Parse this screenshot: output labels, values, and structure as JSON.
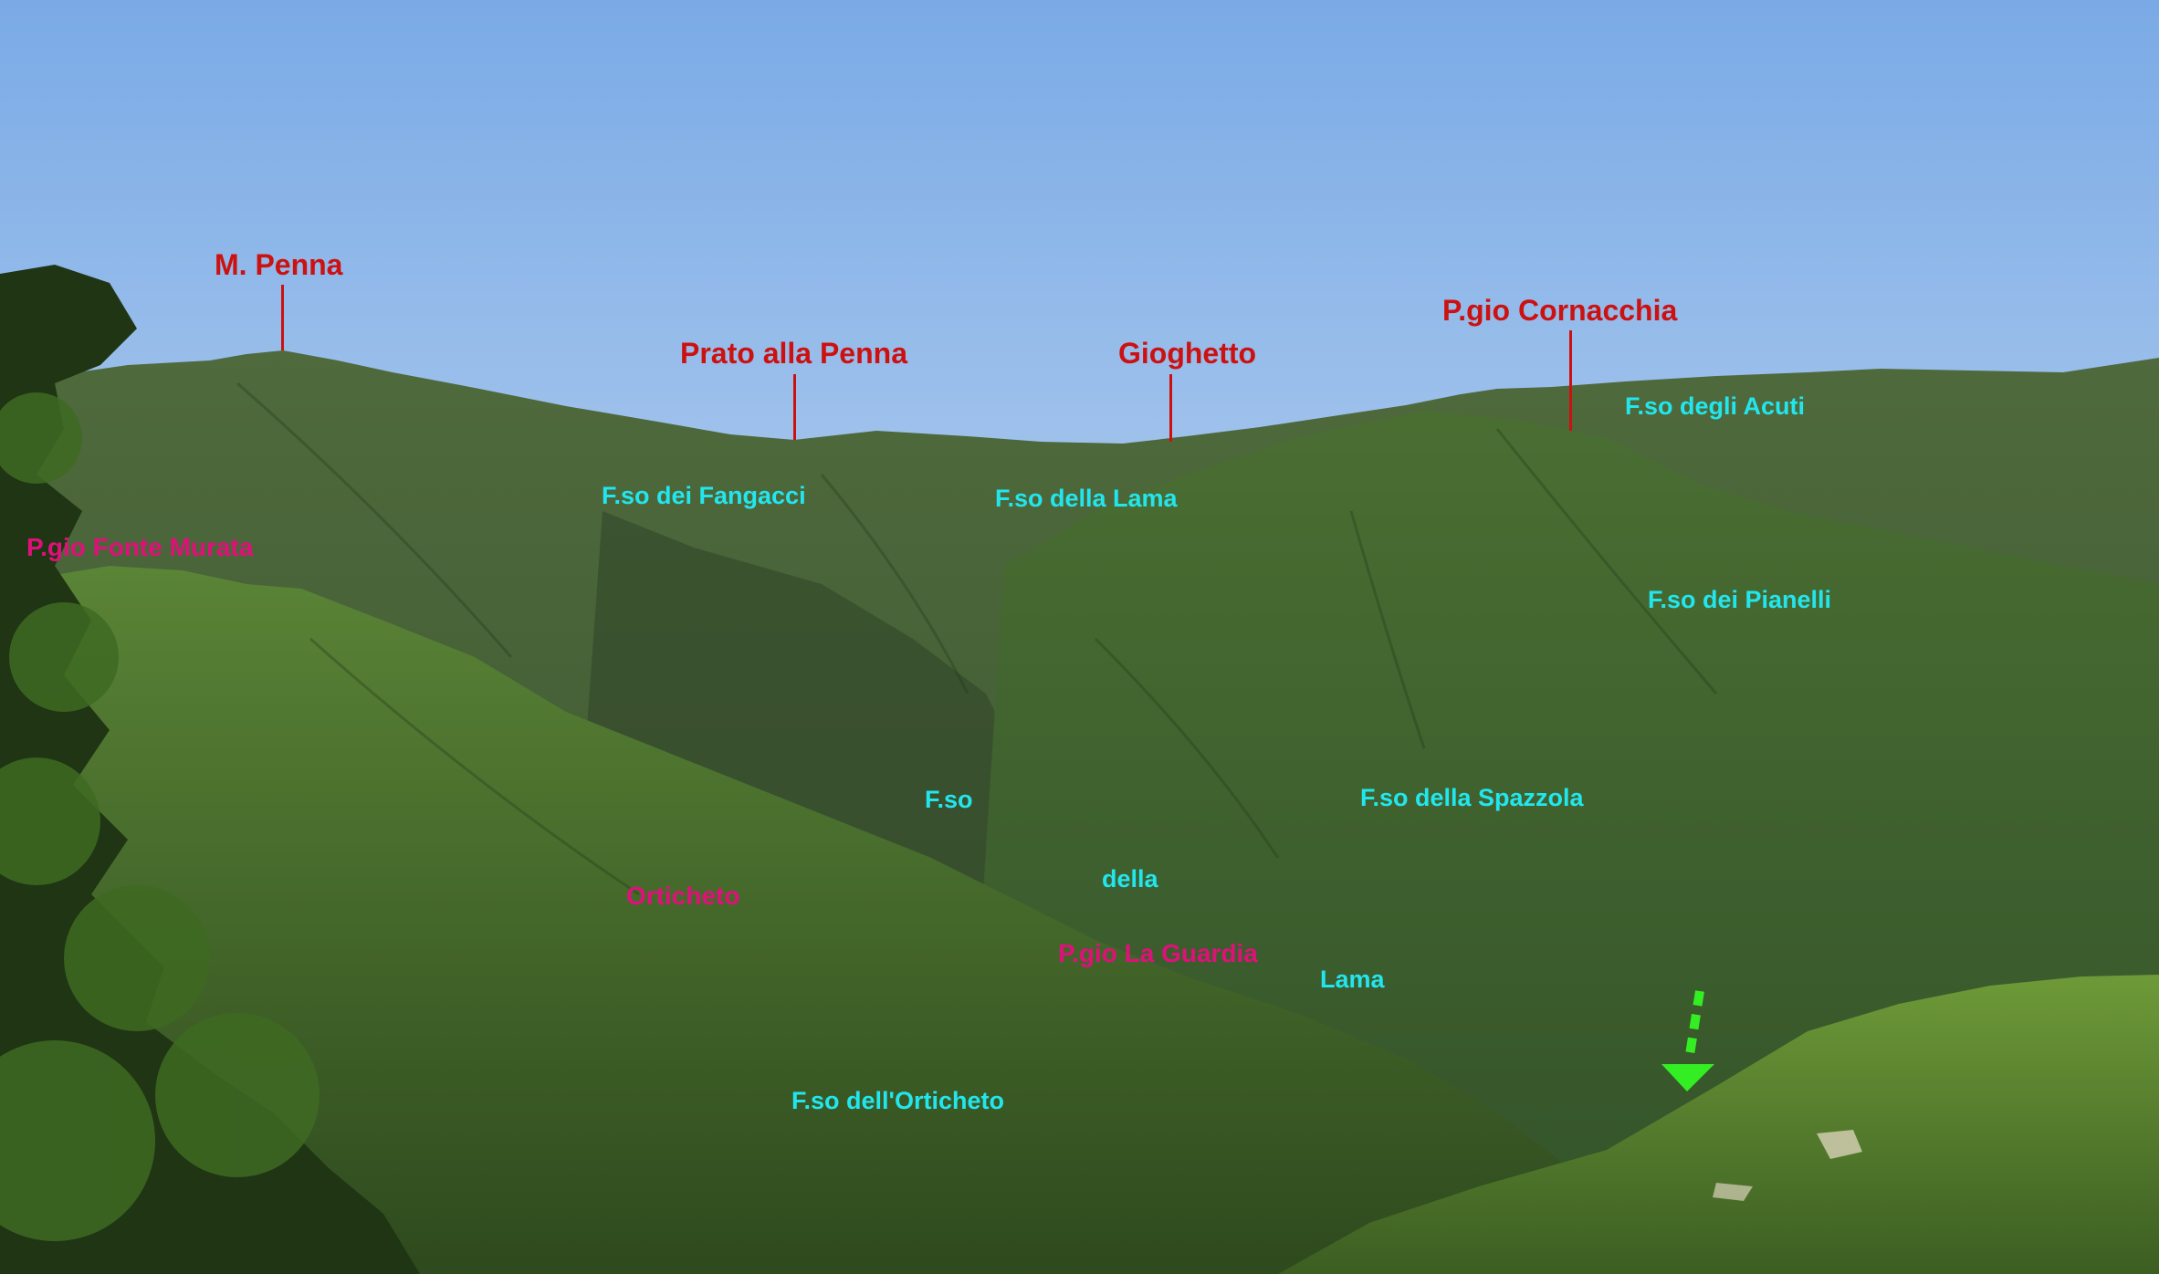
{
  "peaks": {
    "m_penna": "M. Penna",
    "prato_alla_penna": "Prato alla Penna",
    "gioghetto": "Gioghetto",
    "pgio_cornacchia": "P.gio Cornacchia"
  },
  "streams": {
    "fangacci": "F.so dei Fangacci",
    "lama_upper": "F.so della Lama",
    "acuti": "F.so degli Acuti",
    "pianelli": "F.so dei Pianelli",
    "spazzola": "F.so della Spazzola",
    "lama_word1": "F.so",
    "lama_word2": "della",
    "lama_word3": "Lama",
    "orticheto": "F.so dell'Orticheto"
  },
  "places": {
    "fonte_murata": "P.gio Fonte Murata",
    "orticheto": "Orticheto",
    "la_guardia": "P.gio La Guardia"
  },
  "colors": {
    "peak_label": "#cc1111",
    "stream_label": "#22e6ee",
    "place_label": "#e0107a",
    "marker_arrow": "#33ee22"
  },
  "icons": {
    "marker": "green-dashed-down-arrow-icon"
  }
}
